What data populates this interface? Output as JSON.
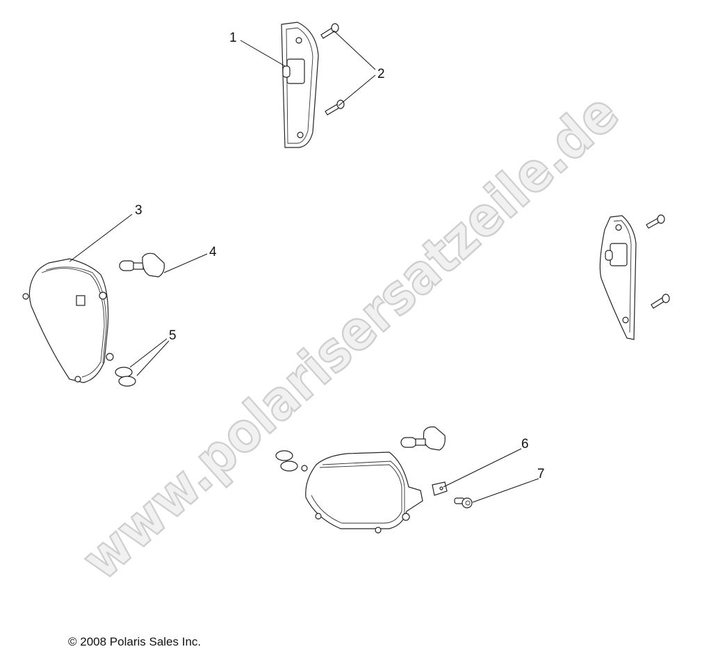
{
  "watermark": "www.polarisersatzeile.de",
  "callouts": [
    {
      "number": "1",
      "part": "side-reflector-lamp"
    },
    {
      "number": "2",
      "part": "screw"
    },
    {
      "number": "3",
      "part": "headlight-assembly"
    },
    {
      "number": "4",
      "part": "headlight-bulb"
    },
    {
      "number": "5",
      "part": "o-ring"
    },
    {
      "number": "6",
      "part": "clip-nut"
    },
    {
      "number": "7",
      "part": "bolt"
    }
  ],
  "copyright": "© 2008 Polaris Sales Inc."
}
